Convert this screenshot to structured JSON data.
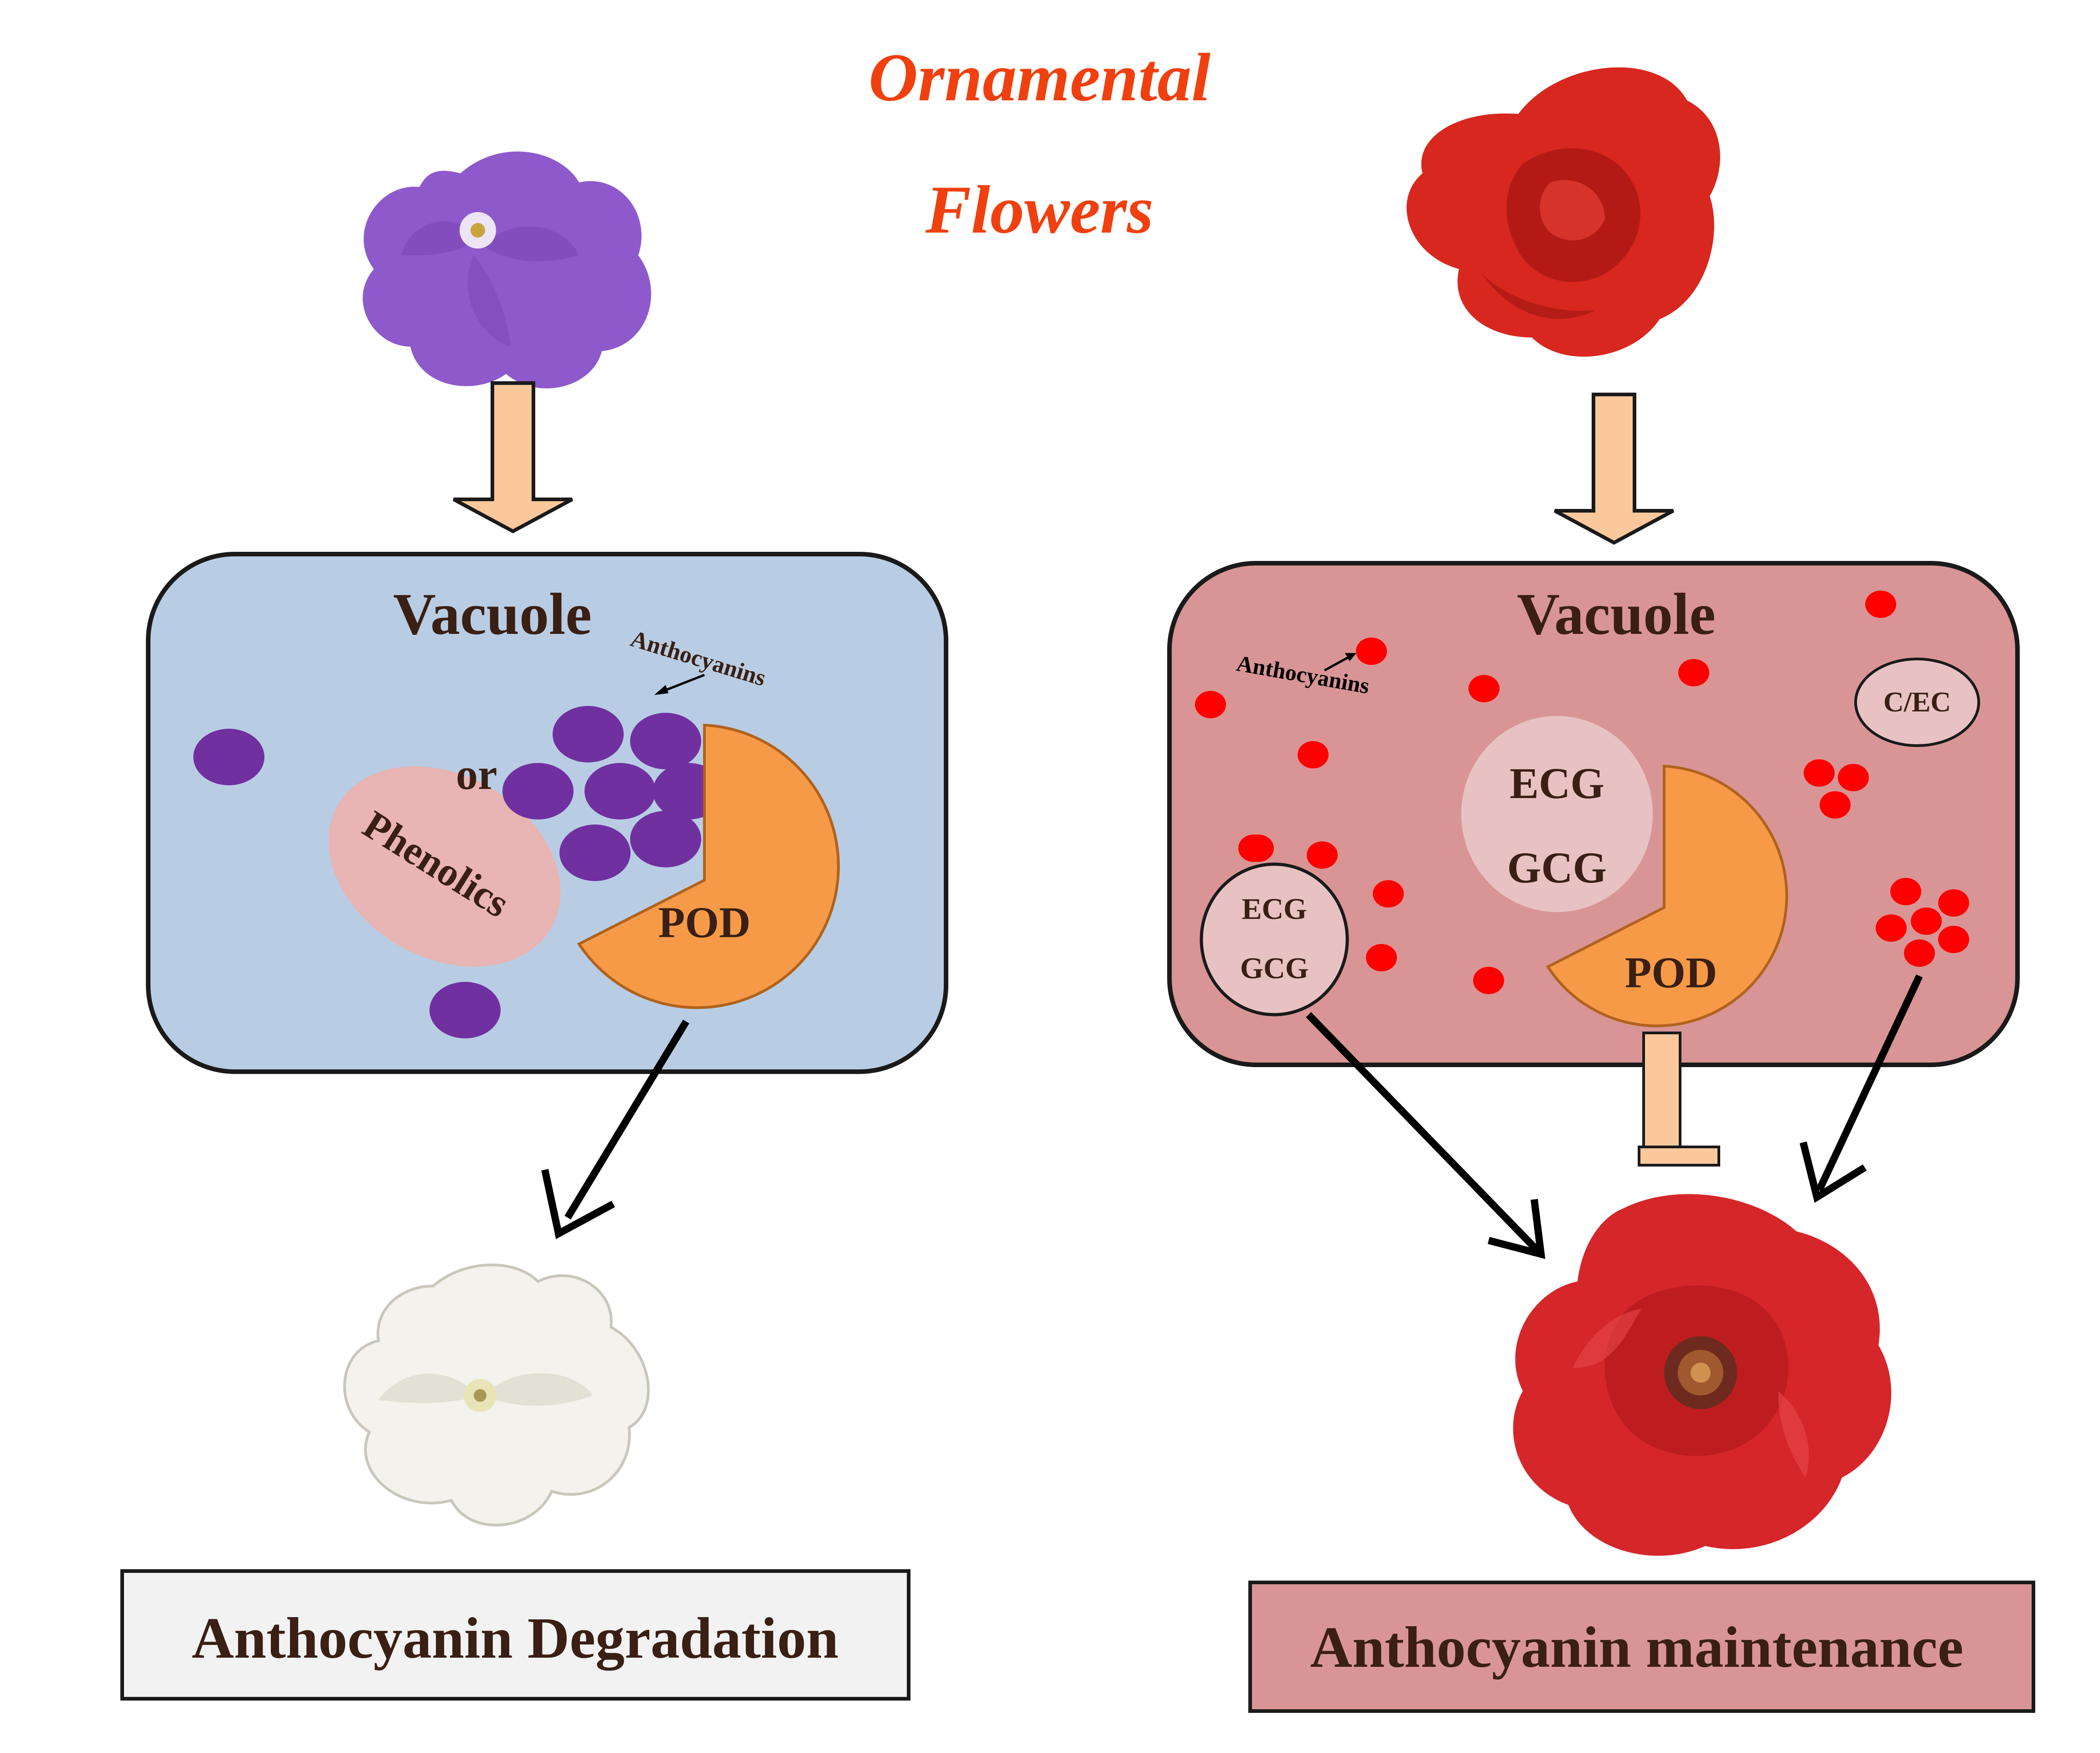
{
  "title": {
    "line1": "Ornamental",
    "line2": "Flowers"
  },
  "left_panel": {
    "vacuole_label": "Vacuole",
    "anthocyanins_label": "Anthocyanins",
    "or_label": "or",
    "phenolics_label": "Phenolics",
    "pod_label": "POD",
    "outcome_label": "Anthocyanin Degradation",
    "colors": {
      "vacuole_fill": "#B8CDE3",
      "anthocyanin": "#7030A0",
      "pod": "#F79A48",
      "phenolics": "#E8B4B4",
      "outcome_box": "#F2F2F2"
    }
  },
  "right_panel": {
    "vacuole_label": "Vacuole",
    "anthocyanins_label": "Anthocyanins",
    "ecg_label": "ECG",
    "gcg_label": "GCG",
    "small_ecg_label": "ECG",
    "small_gcg_label": "GCG",
    "cec_label": "C/EC",
    "pod_label": "POD",
    "outcome_label": "Anthocyanin maintenance",
    "colors": {
      "vacuole_fill": "#D99595",
      "anthocyanin": "#FF0000",
      "pod": "#F79A48",
      "outcome_box": "#D99595"
    }
  },
  "arrow_color": "#FBC89B",
  "flowers": [
    "purple flower",
    "red rose",
    "white flower",
    "open red rose"
  ]
}
